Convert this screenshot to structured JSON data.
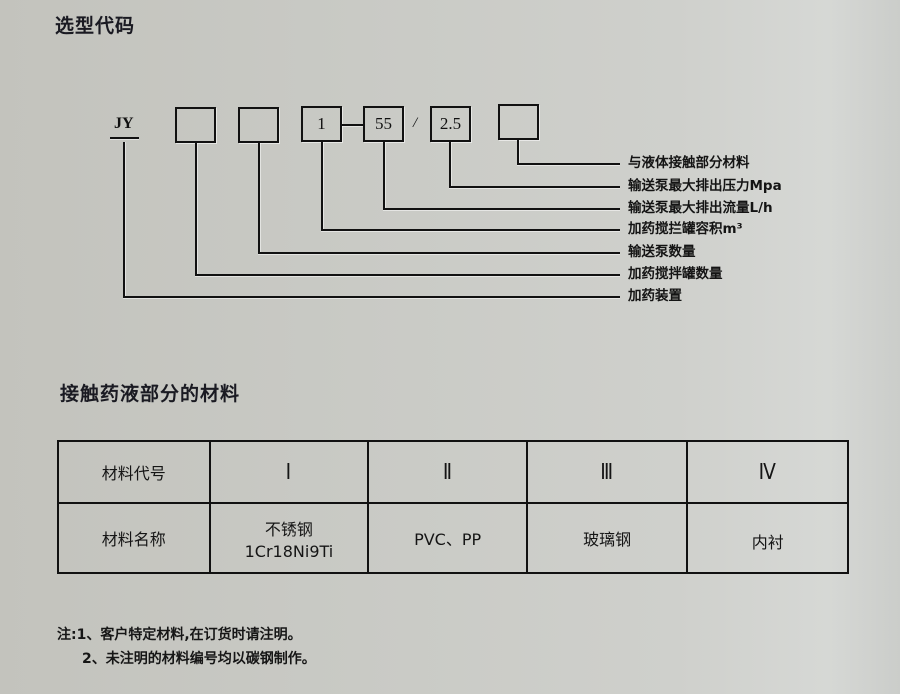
{
  "section1": {
    "title": "选型代码"
  },
  "code_diagram": {
    "prefix": "JY",
    "boxes": [
      {
        "value": ""
      },
      {
        "value": ""
      },
      {
        "value": "1"
      },
      {
        "value": "55"
      },
      {
        "value": "2.5"
      },
      {
        "value": ""
      }
    ],
    "separator": "/",
    "legend": [
      {
        "label": "与液体接触部分材料"
      },
      {
        "label": "输送泵最大排出压力Mpa"
      },
      {
        "label": "输送泵最大排出流量L/h"
      },
      {
        "label": "加药搅拦罐容积m³"
      },
      {
        "label": "输送泵数量"
      },
      {
        "label": "加药搅拌罐数量"
      },
      {
        "label": "加药装置"
      }
    ]
  },
  "section2": {
    "title": "接触药液部分的材料"
  },
  "material_table": {
    "row1": {
      "header": "材料代号",
      "cells": [
        "Ⅰ",
        "Ⅱ",
        "Ⅲ",
        "Ⅳ"
      ]
    },
    "row2": {
      "header": "材料名称",
      "cells": [
        {
          "line1": "不锈钢",
          "line2": "1Cr18Ni9Ti"
        },
        {
          "line1": "PVC、PP",
          "line2": ""
        },
        {
          "line1": "玻璃钢",
          "line2": ""
        },
        {
          "line1": "内衬",
          "line2": ""
        }
      ]
    }
  },
  "notes": {
    "line1": "注:1、客户特定材料,在订货时请注明。",
    "line2": "2、未注明的材料编号均以碳钢制作。"
  }
}
